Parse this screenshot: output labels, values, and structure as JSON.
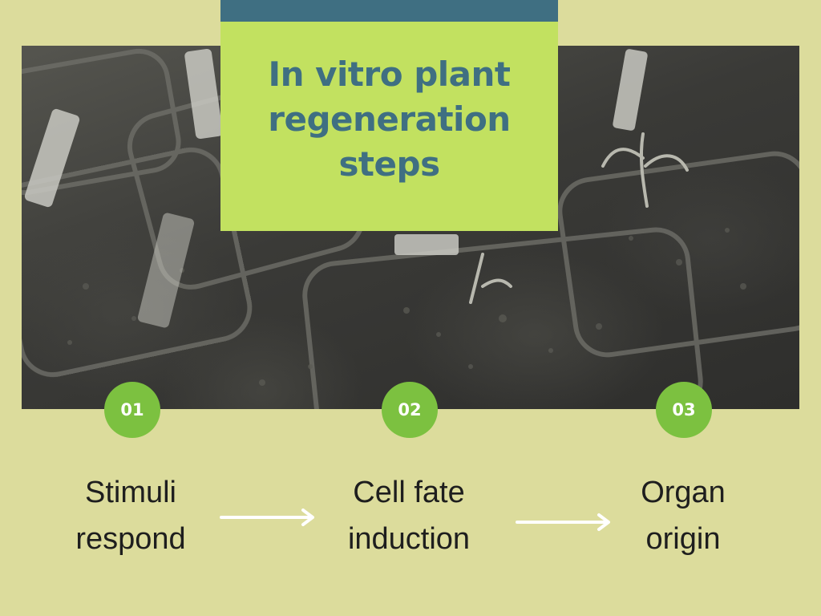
{
  "title": {
    "line1": "In vitro plant",
    "line2": "regeneration",
    "line3": "steps"
  },
  "steps": [
    {
      "number": "01",
      "line1": "Stimuli",
      "line2": "respond"
    },
    {
      "number": "02",
      "line1": "Cell fate",
      "line2": "induction"
    },
    {
      "number": "03",
      "line1": "Organ",
      "line2": "origin"
    }
  ],
  "colors": {
    "background": "#dcdc9c",
    "title_box": "#c2e160",
    "title_band": "#3f6f82",
    "title_text": "#3f6f82",
    "badge": "#7cc140",
    "arrow": "#ffffff"
  },
  "photo": {
    "subject": "seedlings-in-soil-trays-photo"
  }
}
